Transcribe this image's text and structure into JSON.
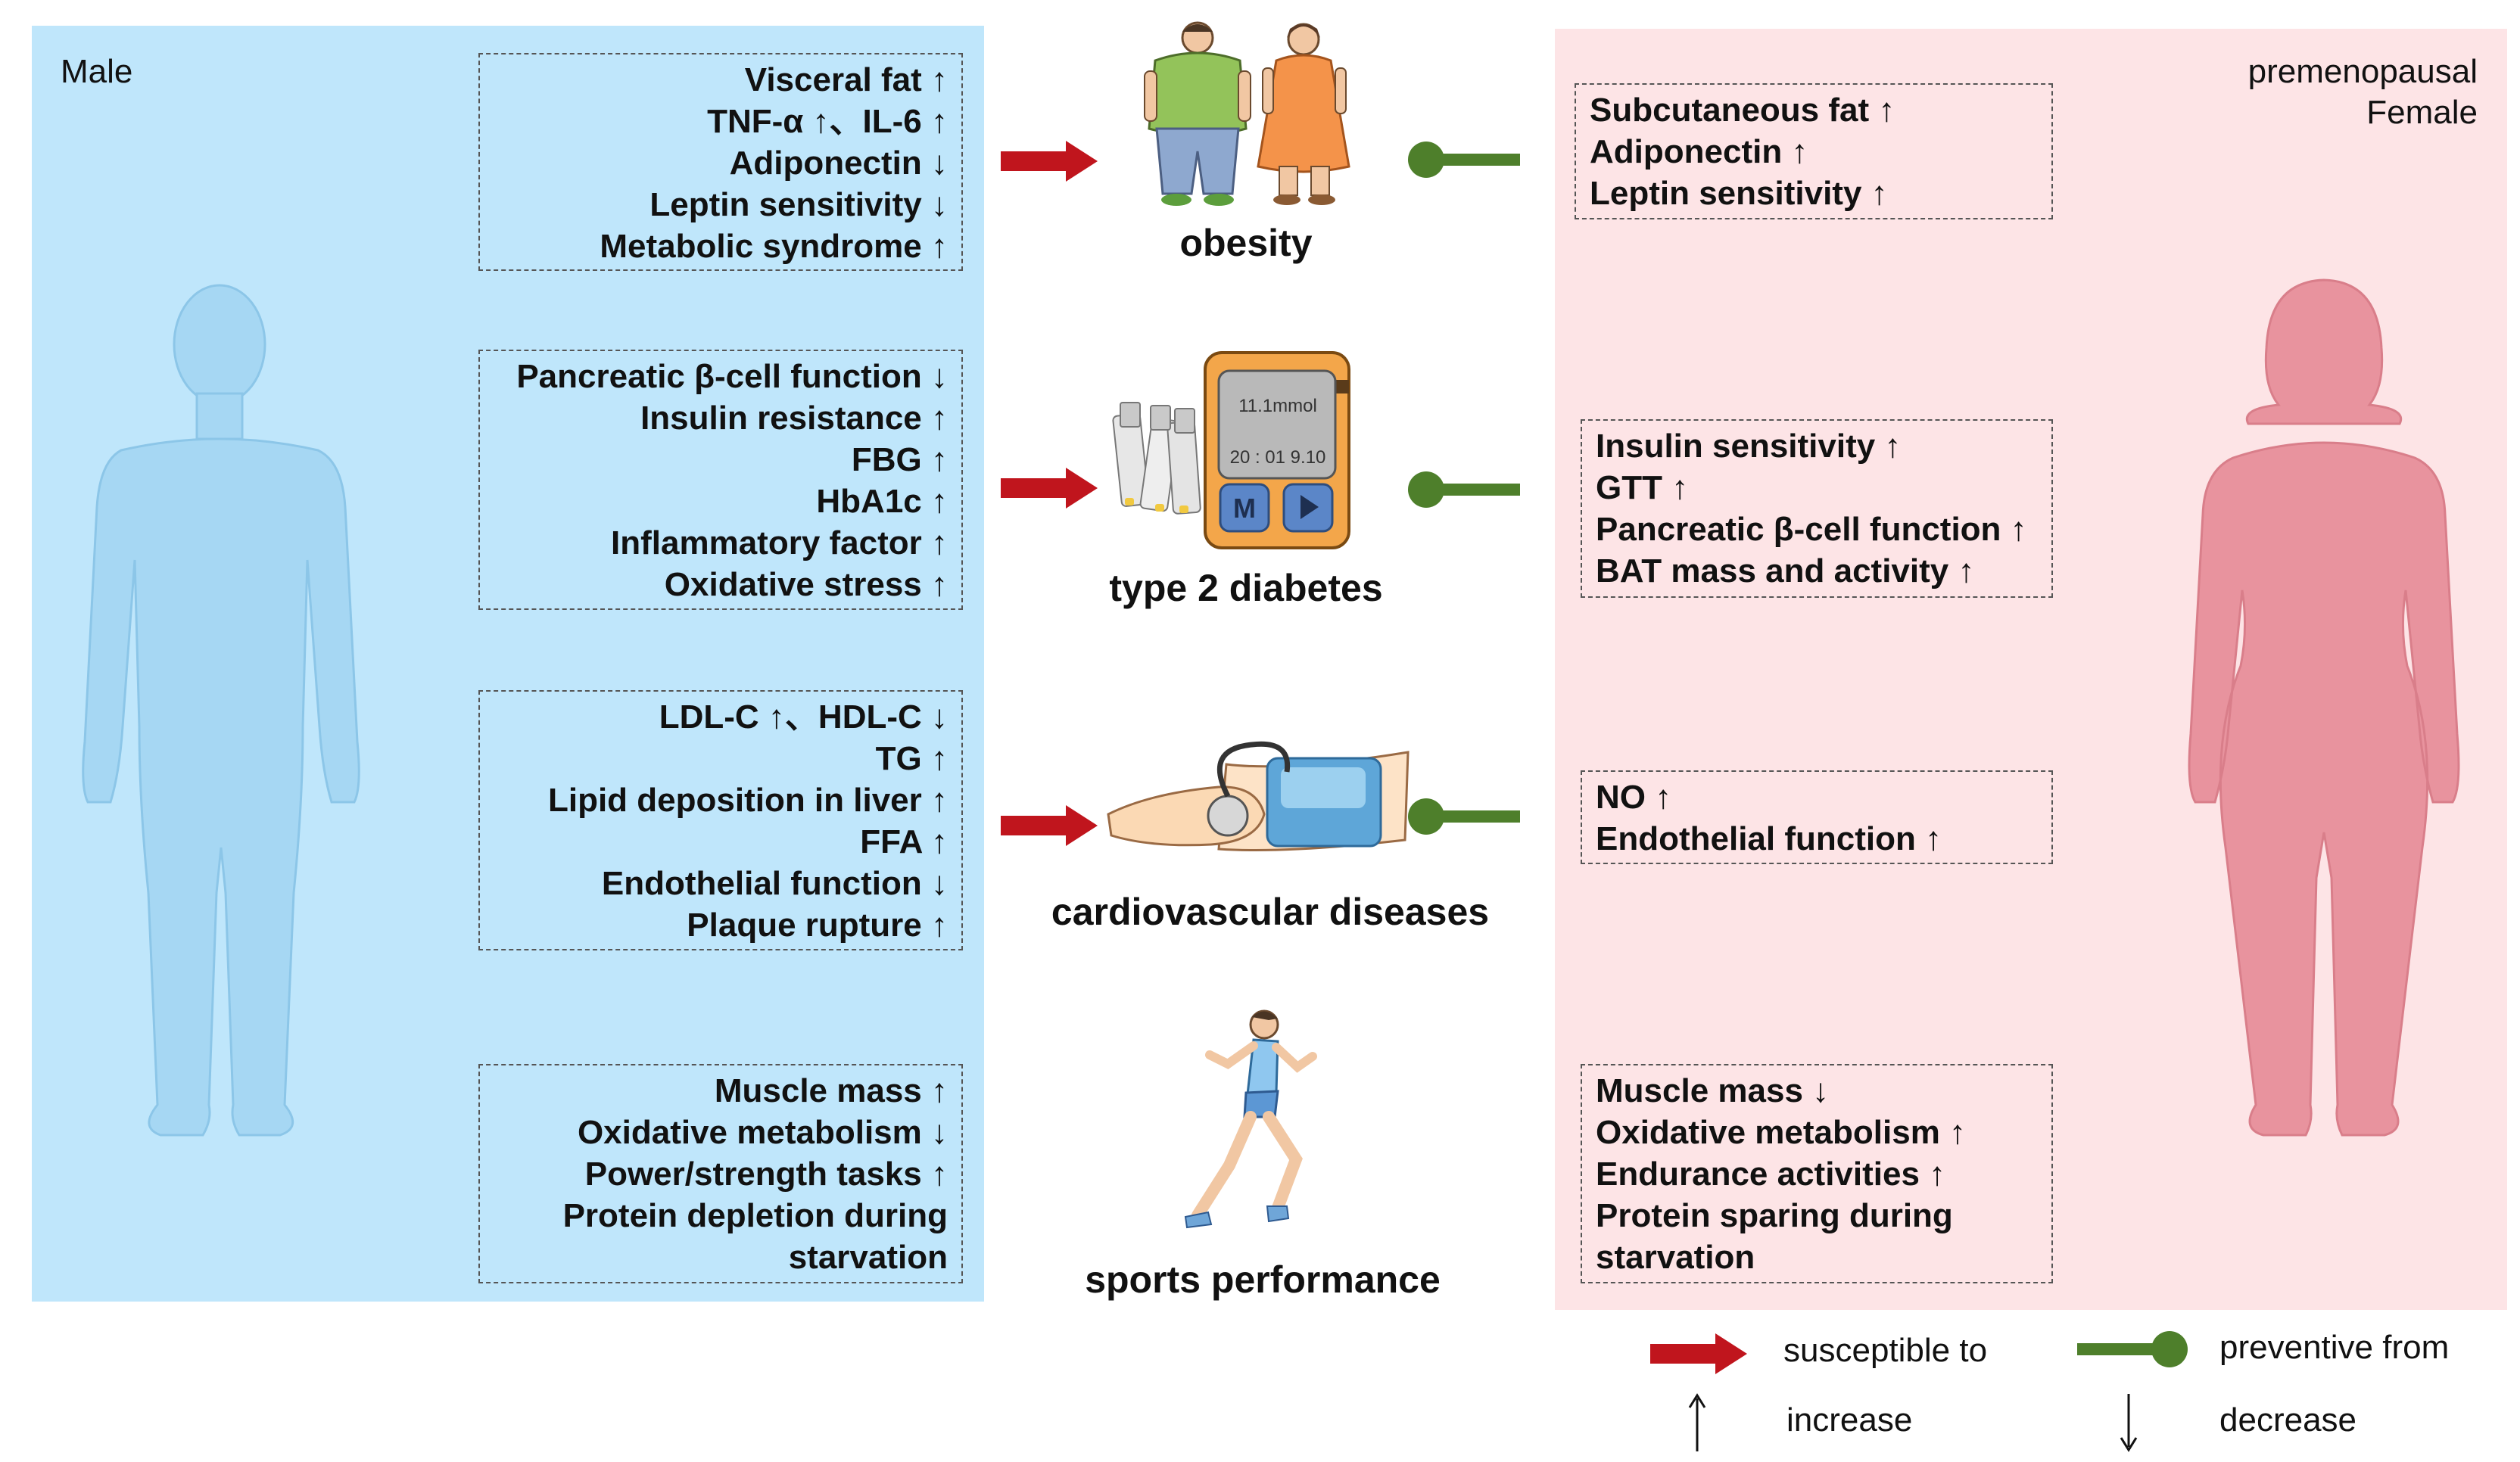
{
  "male": {
    "label": "Male",
    "boxes": [
      [
        "Visceral fat ↑",
        "TNF-α ↑、IL-6 ↑",
        "Adiponectin ↓",
        "Leptin sensitivity ↓",
        "Metabolic syndrome ↑"
      ],
      [
        "Pancreatic β-cell function ↓",
        "Insulin resistance ↑",
        "FBG ↑",
        "HbA1c ↑",
        "Inflammatory factor ↑",
        "Oxidative stress ↑"
      ],
      [
        "LDL-C ↑、HDL-C ↓",
        "TG ↑",
        "Lipid deposition in liver ↑",
        "FFA ↑",
        "Endothelial function ↓",
        "Plaque rupture ↑"
      ],
      [
        "Muscle mass ↑",
        "Oxidative metabolism ↓",
        "Power/strength tasks ↑",
        "Protein depletion during",
        "starvation"
      ]
    ]
  },
  "female": {
    "label_line1": "premenopausal",
    "label_line2": "Female",
    "boxes": [
      [
        "Subcutaneous fat ↑",
        "Adiponectin ↑",
        "Leptin sensitivity ↑"
      ],
      [
        "Insulin sensitivity ↑",
        "GTT ↑",
        "Pancreatic β-cell function ↑",
        "BAT mass and activity ↑"
      ],
      [
        "NO ↑",
        "Endothelial function ↑"
      ],
      [
        "Muscle mass ↓",
        "Oxidative metabolism ↑",
        "Endurance activities ↑",
        "Protein sparing during",
        "starvation"
      ]
    ]
  },
  "diseases": [
    "obesity",
    "type 2 diabetes",
    "cardiovascular diseases",
    "sports performance"
  ],
  "meter": {
    "value": "11.1mmol",
    "time": "20 : 01 9.10",
    "button": "M"
  },
  "legend": {
    "susceptible": "susceptible to",
    "preventive": "preventive from",
    "increase": "increase",
    "decrease": "decrease"
  },
  "colors": {
    "male_bg": "#bfe6fb",
    "female_bg": "#fde4e6",
    "male_figure": "#a6d7f3",
    "female_figure": "#e8939e",
    "susceptible_arrow": "#c0151d",
    "preventive_bar": "#4e7f2b"
  }
}
